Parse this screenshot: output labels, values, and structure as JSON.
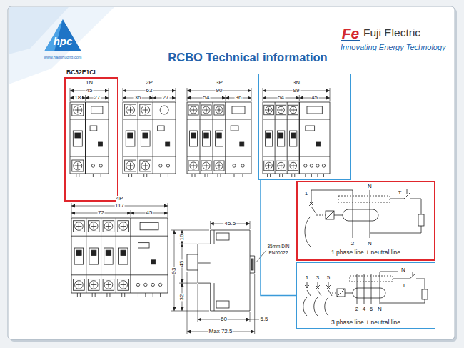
{
  "diagram": {
    "title": "RCBO Technical information",
    "nodes": [
      {
        "text": [
          "BC32E1CL",
          "1N"
        ]
      },
      {
        "text": [
          "3N"
        ]
      },
      {
        "text": [
          "1 phase line + neutral line"
        ]
      },
      {
        "text": [
          "3 phase line + neutral line"
        ]
      }
    ],
    "edges": [
      {
        "from": 1,
        "to": 3,
        "arrow": "none"
      }
    ],
    "labels": [
      "hpc",
      "www.haophuong.com",
      "Fe",
      "Fuji Electric",
      "Innovating Energy Technology",
      "45",
      "18",
      "27",
      "2P",
      "63",
      "36",
      "27",
      "3P",
      "90",
      "54",
      "36",
      "99",
      "54",
      "45",
      "4P",
      "117",
      "72",
      "45",
      "45.5",
      "16",
      "45",
      "93",
      "32",
      "35mm DIN",
      "EN50022",
      "60",
      "5.5",
      "Max 72.5",
      "1",
      "N",
      "T",
      "2",
      "N",
      "1",
      "3",
      "5",
      "N",
      "T",
      "2",
      "4",
      "6",
      "N"
    ]
  }
}
